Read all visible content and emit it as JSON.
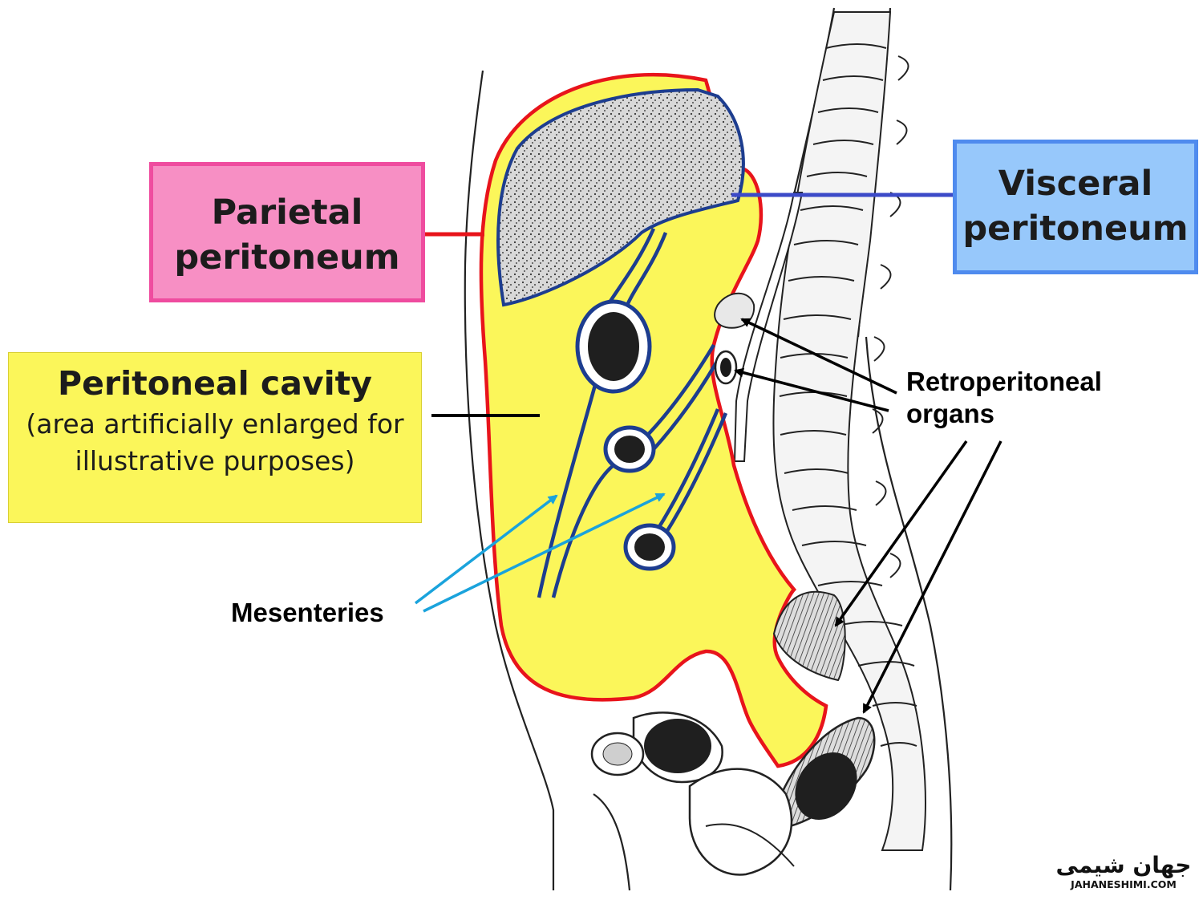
{
  "labels": {
    "parietal": {
      "line1": "Parietal",
      "line2": "peritoneum"
    },
    "visceral": {
      "line1": "Visceral",
      "line2": "peritoneum"
    },
    "cavity": {
      "title": "Peritoneal cavity",
      "note_line1": "(area artificially enlarged for",
      "note_line2": "illustrative purposes)"
    },
    "retroperitoneal": {
      "line1": "Retroperitoneal",
      "line2": "organs"
    },
    "mesenteries": "Mesenteries"
  },
  "watermark": {
    "text_fa": "جهان شیمی",
    "text_en": "JAHANESHIMI.COM"
  },
  "colors": {
    "parietal_fill": "#f78fc4",
    "parietal_border": "#ef4c9f",
    "visceral_fill": "#97c8fb",
    "visceral_border": "#4f8bee",
    "cavity_fill": "#fbf65a",
    "peritoneum_red": "#e8141b",
    "visceral_blue": "#1d3d8f",
    "mesentery_arrow": "#1aa3dc"
  }
}
